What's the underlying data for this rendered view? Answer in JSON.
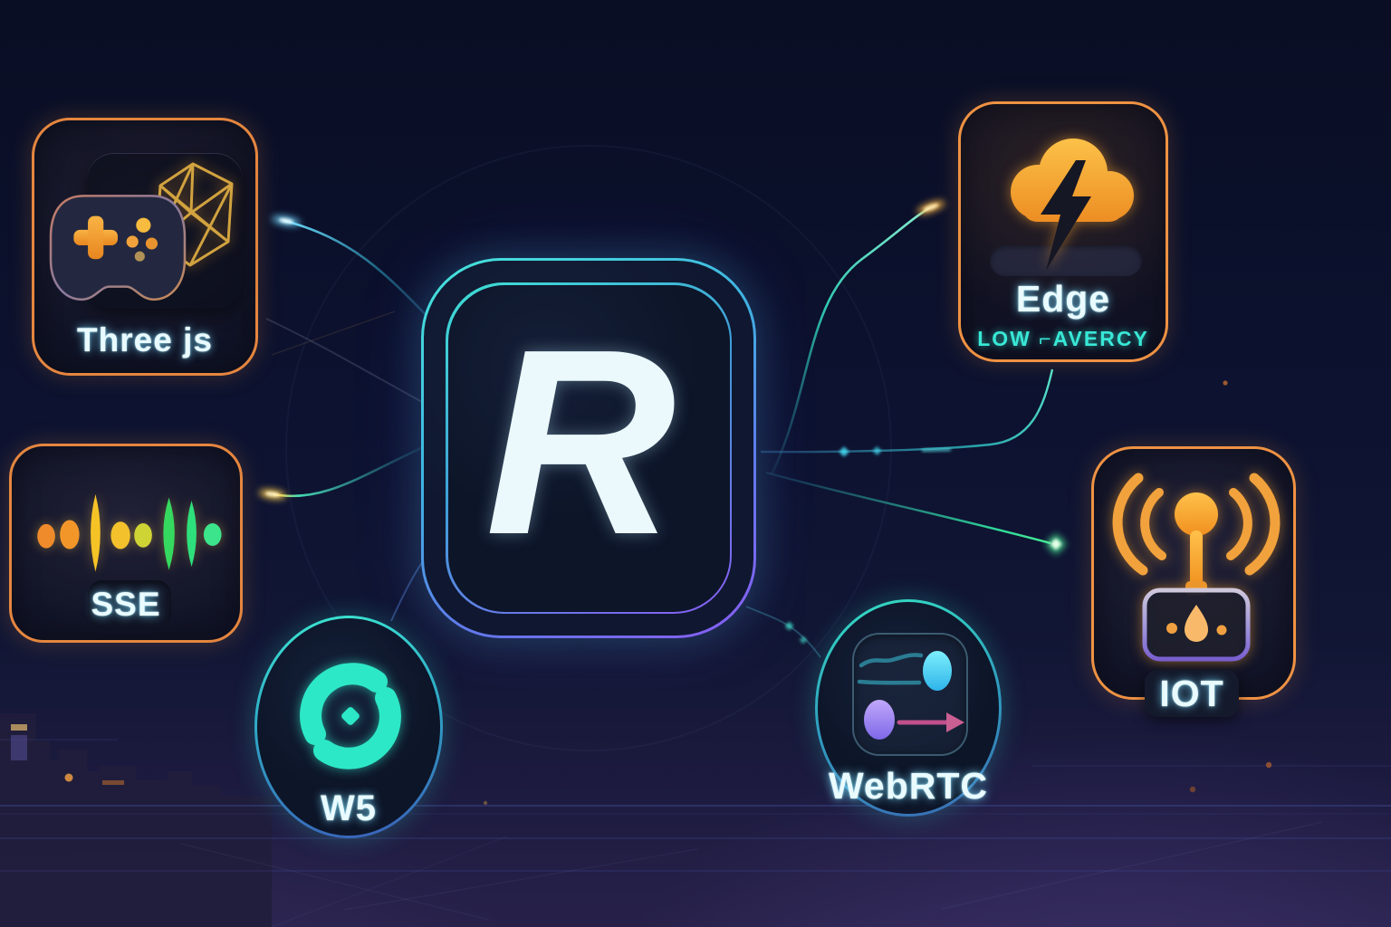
{
  "center": {
    "letter": "R",
    "icon": "letter-r-logo"
  },
  "nodes": {
    "threejs": {
      "label": "Three js",
      "icons": [
        "gamepad-icon",
        "wireframe-cube-icon"
      ],
      "border_color": "#e5863f",
      "shape": "rounded-card"
    },
    "sse": {
      "label": "SSE",
      "icon": "audio-waveform-icon",
      "border_color": "#e5863f",
      "shape": "rounded-card"
    },
    "ws": {
      "label": "W5",
      "icon": "sync-arcs-icon",
      "border_color": "#2fd9c8",
      "shape": "circle"
    },
    "edge": {
      "label": "Edge",
      "sublabel": "LOW ⌐AVERCY",
      "icon": "cloud-lightning-icon",
      "border_color": "#ef9243",
      "shape": "rounded-card"
    },
    "webrtc": {
      "label": "WebRTC",
      "icon": "peer-arrows-icon",
      "border_color": "#2fd9c8",
      "shape": "circle"
    },
    "iot": {
      "label": "IOT",
      "icon": "antenna-icon",
      "border_color": "#ef9243",
      "shape": "rounded-card"
    }
  },
  "colors": {
    "background_top": "#0a0e24",
    "background_bottom": "#272149",
    "orange_border": "#ef9243",
    "gold": "#f6c327",
    "teal": "#2fe0c4",
    "cyan": "#4fd2f2",
    "purple": "#8a5cf5",
    "green": "#3ce48b",
    "label_text": "#e9fbff",
    "latency_text": "#38e8d6"
  }
}
